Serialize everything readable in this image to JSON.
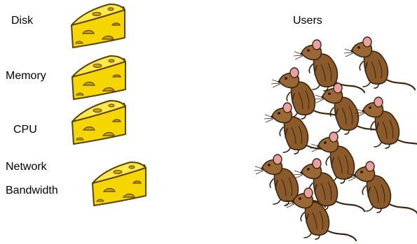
{
  "resources": [
    {
      "label": "Disk",
      "icon": "cheese-icon"
    },
    {
      "label": "Memory",
      "icon": "cheese-icon"
    },
    {
      "label": "CPU",
      "icon": "cheese-icon"
    },
    {
      "label": "Network",
      "label2": "Bandwidth",
      "icon": "cheese-icon"
    }
  ],
  "users": {
    "label": "Users",
    "icon": "mouse-icon",
    "count": 11
  },
  "colors": {
    "cheese_fill": "#f5d600",
    "cheese_top": "#ffe94a",
    "cheese_outline": "#5a4200",
    "mouse_fur": "#8a5a2b",
    "mouse_dark": "#3b2410",
    "mouse_ear": "#e8a0a0"
  }
}
